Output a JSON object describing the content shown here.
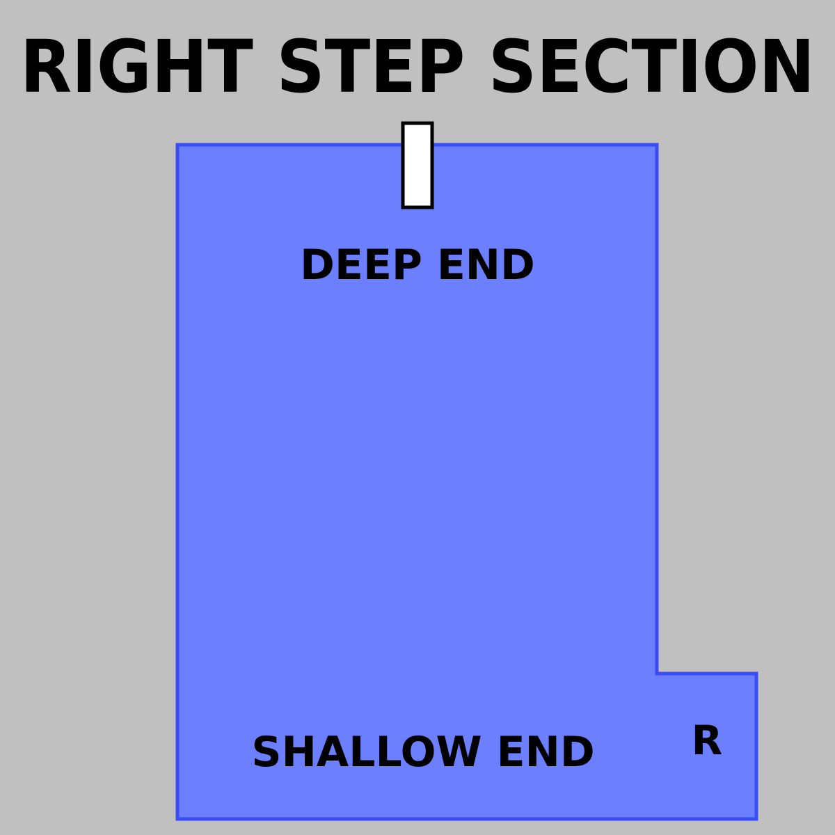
{
  "title": "RIGHT STEP SECTION",
  "labels": {
    "deep_end": "DEEP END",
    "shallow_end": "SHALLOW END",
    "step_marker": "R"
  },
  "colors": {
    "background": "#c0c0c0",
    "pool_fill": "#6c7fff",
    "pool_outline": "#3a4df5",
    "diving_board": "#ffffff",
    "text": "#000000"
  }
}
